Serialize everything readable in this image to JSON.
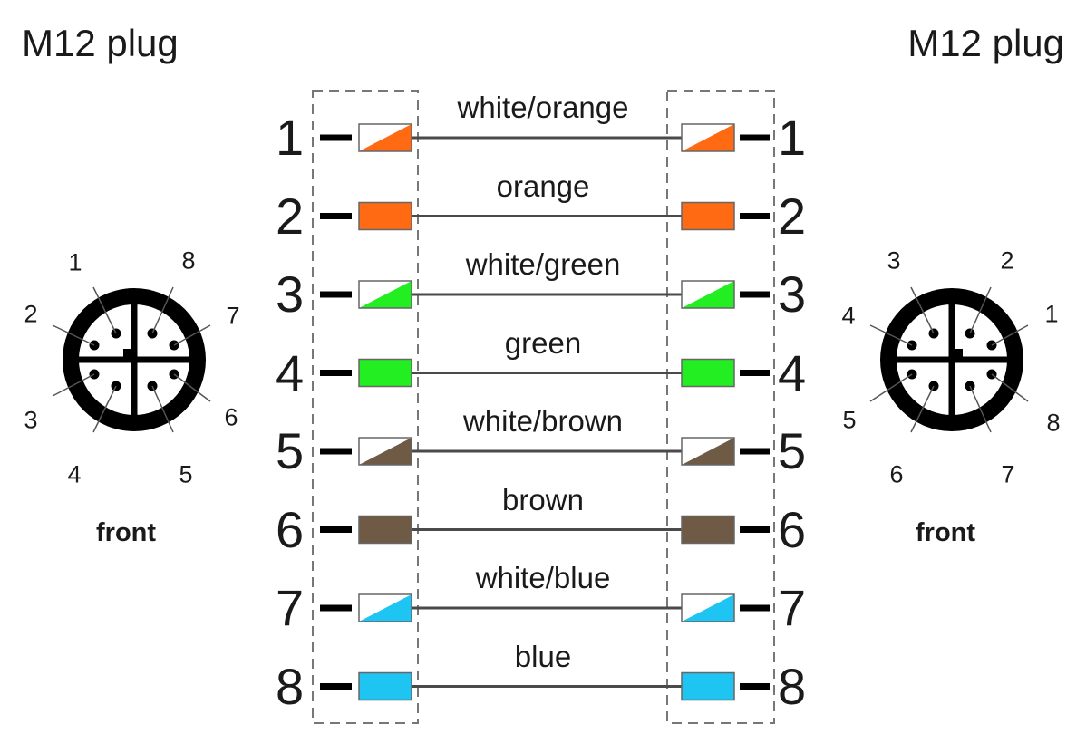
{
  "plugs": {
    "left": {
      "title": "M12 plug",
      "front": "front",
      "pin_labels": [
        "1",
        "2",
        "3",
        "4",
        "5",
        "6",
        "7",
        "8"
      ]
    },
    "right": {
      "title": "M12 plug",
      "front": "front",
      "pin_labels": [
        "1",
        "2",
        "3",
        "4",
        "5",
        "6",
        "7",
        "8"
      ]
    }
  },
  "wires": [
    {
      "pin": "1",
      "label": "white/orange",
      "color": "#ff6a13",
      "striped": true
    },
    {
      "pin": "2",
      "label": "orange",
      "color": "#ff6a13",
      "striped": false
    },
    {
      "pin": "3",
      "label": "white/green",
      "color": "#22ee22",
      "striped": true
    },
    {
      "pin": "4",
      "label": "green",
      "color": "#22ee22",
      "striped": false
    },
    {
      "pin": "5",
      "label": "white/brown",
      "color": "#6e5a45",
      "striped": true
    },
    {
      "pin": "6",
      "label": "brown",
      "color": "#6e5a45",
      "striped": false
    },
    {
      "pin": "7",
      "label": "white/blue",
      "color": "#1ec4f2",
      "striped": true
    },
    {
      "pin": "8",
      "label": "blue",
      "color": "#1ec4f2",
      "striped": false
    }
  ]
}
